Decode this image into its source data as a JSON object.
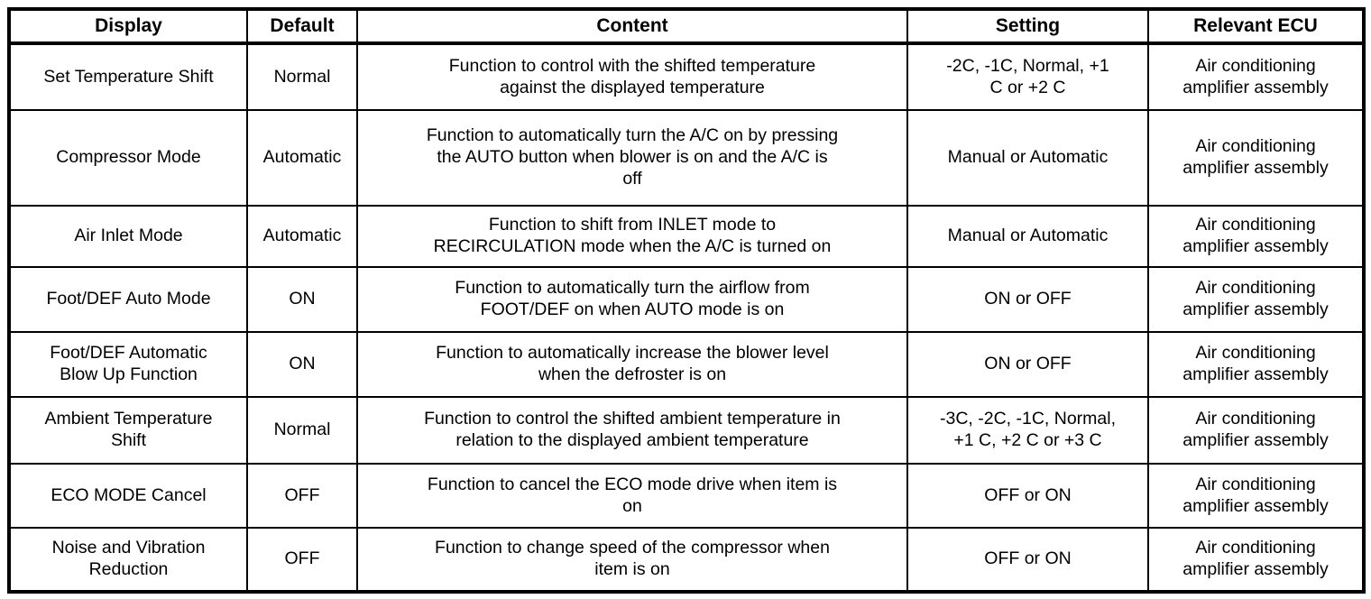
{
  "colors": {
    "border": "#000000",
    "text": "#000000",
    "background": "#ffffff"
  },
  "table": {
    "columns": [
      "Display",
      "Default",
      "Content",
      "Setting",
      "Relevant ECU"
    ],
    "rows": [
      {
        "display": "Set Temperature Shift",
        "default": "Normal",
        "content": "Function to control with the shifted temperature\nagainst the displayed temperature",
        "setting": "-2C, -1C, Normal, +1\nC or +2 C",
        "ecu": "Air conditioning\namplifier assembly"
      },
      {
        "display": "Compressor Mode",
        "default": "Automatic",
        "content": "Function to automatically turn the A/C on by pressing\nthe AUTO button when blower is on and the A/C is\noff",
        "setting": "Manual or Automatic",
        "ecu": "Air conditioning\namplifier assembly"
      },
      {
        "display": "Air Inlet Mode",
        "default": "Automatic",
        "content": "Function to shift from INLET mode to\nRECIRCULATION mode when the A/C is turned on",
        "setting": "Manual or Automatic",
        "ecu": "Air conditioning\namplifier assembly"
      },
      {
        "display": "Foot/DEF Auto Mode",
        "default": "ON",
        "content": "Function to automatically turn the airflow from\nFOOT/DEF on when AUTO mode is on",
        "setting": "ON or OFF",
        "ecu": "Air conditioning\namplifier assembly"
      },
      {
        "display": "Foot/DEF Automatic\nBlow Up Function",
        "default": "ON",
        "content": "Function to automatically increase the blower level\nwhen the defroster is on",
        "setting": "ON or OFF",
        "ecu": "Air conditioning\namplifier assembly"
      },
      {
        "display": "Ambient Temperature\nShift",
        "default": "Normal",
        "content": "Function to control the shifted ambient temperature in\nrelation to the displayed ambient temperature",
        "setting": "-3C, -2C, -1C, Normal,\n+1 C, +2 C or +3 C",
        "ecu": "Air conditioning\namplifier assembly"
      },
      {
        "display": "ECO MODE Cancel",
        "default": "OFF",
        "content": "Function to cancel the ECO mode drive when item is\non",
        "setting": "OFF or ON",
        "ecu": "Air conditioning\namplifier assembly"
      },
      {
        "display": "Noise and Vibration\nReduction",
        "default": "OFF",
        "content": "Function to change speed of the compressor when\nitem is on",
        "setting": "OFF or ON",
        "ecu": "Air conditioning\namplifier assembly"
      }
    ]
  }
}
